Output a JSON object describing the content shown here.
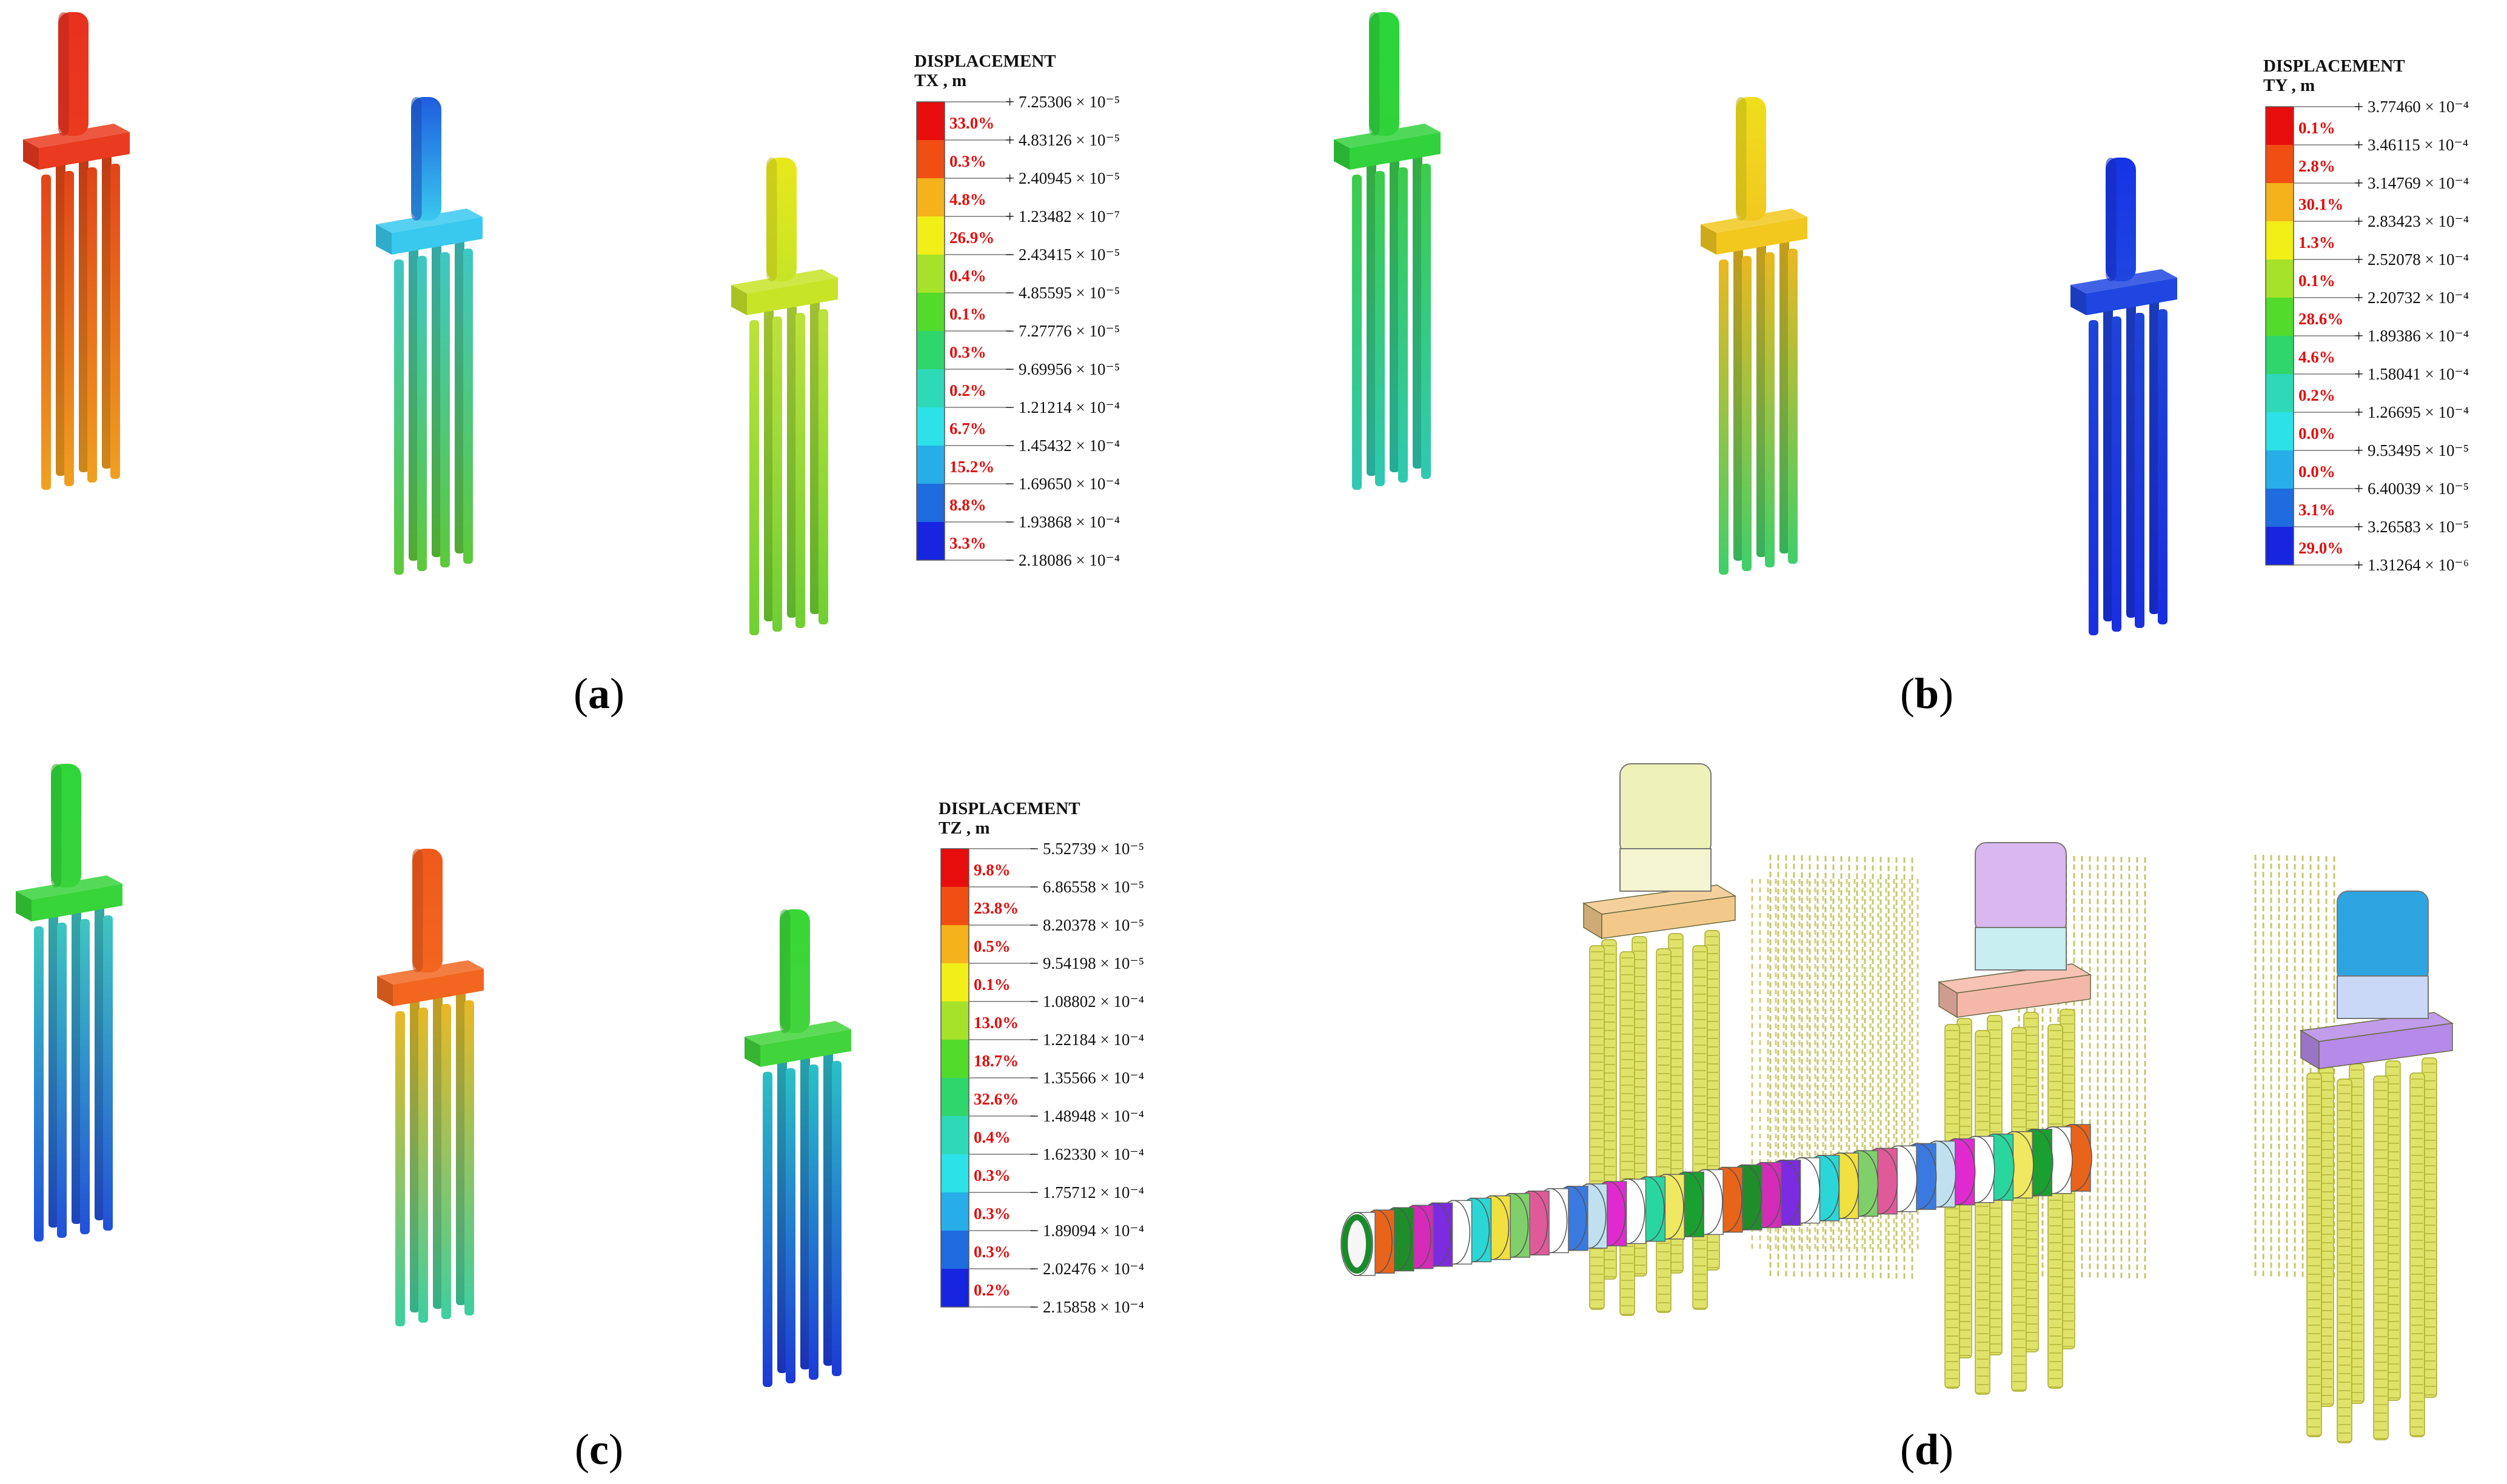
{
  "panels": [
    {
      "id": "a",
      "label": "a",
      "legend": {
        "title": "DISPLACEMENT",
        "subtitle": "TX , m",
        "ticks": [
          "+ 7.25306 × 10⁻⁵",
          "+ 4.83126 × 10⁻⁵",
          "+ 2.40945 × 10⁻⁵",
          "+ 1.23482 × 10⁻⁷",
          "− 2.43415 × 10⁻⁵",
          "− 4.85595 × 10⁻⁵",
          "− 7.27776 × 10⁻⁵",
          "− 9.69956 × 10⁻⁵",
          "− 1.21214 × 10⁻⁴",
          "− 1.45432 × 10⁻⁴",
          "− 1.69650 × 10⁻⁴",
          "− 1.93868 × 10⁻⁴",
          "− 2.18086 × 10⁻⁴"
        ],
        "percents": [
          "33.0%",
          "0.3%",
          "4.8%",
          "26.9%",
          "0.4%",
          "0.1%",
          "0.3%",
          "0.2%",
          "6.7%",
          "15.2%",
          "8.8%",
          "3.3%"
        ]
      },
      "piers": [
        {
          "top": "#e8311f",
          "cap": "#ea3a1f",
          "pile_top": "#e24418",
          "pile_bottom": "#f0a020"
        },
        {
          "top": "#1f5de0",
          "cap": "#39c9ee",
          "pile_top": "#3ec7c4",
          "pile_bottom": "#5ec93a"
        },
        {
          "top": "#e8e81a",
          "cap": "#c7e427",
          "pile_top": "#bde23a",
          "pile_bottom": "#6fcf33"
        }
      ]
    },
    {
      "id": "b",
      "label": "b",
      "legend": {
        "title": "DISPLACEMENT",
        "subtitle": "TY , m",
        "ticks": [
          "+ 3.77460 × 10⁻⁴",
          "+ 3.46115 × 10⁻⁴",
          "+ 3.14769 × 10⁻⁴",
          "+ 2.83423 × 10⁻⁴",
          "+ 2.52078 × 10⁻⁴",
          "+ 2.20732 × 10⁻⁴",
          "+ 1.89386 × 10⁻⁴",
          "+ 1.58041 × 10⁻⁴",
          "+ 1.26695 × 10⁻⁴",
          "+ 9.53495 × 10⁻⁵",
          "+ 6.40039 × 10⁻⁵",
          "+ 3.26583 × 10⁻⁵",
          "+ 1.31264 × 10⁻⁶"
        ],
        "percents": [
          "0.1%",
          "2.8%",
          "30.1%",
          "1.3%",
          "0.1%",
          "28.6%",
          "4.6%",
          "0.2%",
          "0.0%",
          "0.0%",
          "3.1%",
          "29.0%"
        ]
      },
      "piers": [
        {
          "top": "#2bd63a",
          "cap": "#31d23c",
          "pile_top": "#3ccc4a",
          "pile_bottom": "#2fc9b4"
        },
        {
          "top": "#eedf1c",
          "cap": "#f2c81f",
          "pile_top": "#eab820",
          "pile_bottom": "#3fcf6a"
        },
        {
          "top": "#1633e6",
          "cap": "#1f46e0",
          "pile_top": "#1f44d8",
          "pile_bottom": "#1a2fe0"
        }
      ]
    },
    {
      "id": "c",
      "label": "c",
      "legend": {
        "title": "DISPLACEMENT",
        "subtitle": "TZ , m",
        "ticks": [
          "− 5.52739 × 10⁻⁵",
          "− 6.86558 × 10⁻⁵",
          "− 8.20378 × 10⁻⁵",
          "− 9.54198 × 10⁻⁵",
          "− 1.08802 × 10⁻⁴",
          "− 1.22184 × 10⁻⁴",
          "− 1.35566 × 10⁻⁴",
          "− 1.48948 × 10⁻⁴",
          "− 1.62330 × 10⁻⁴",
          "− 1.75712 × 10⁻⁴",
          "− 1.89094 × 10⁻⁴",
          "− 2.02476 × 10⁻⁴",
          "− 2.15858 × 10⁻⁴"
        ],
        "percents": [
          "9.8%",
          "23.8%",
          "0.5%",
          "0.1%",
          "13.0%",
          "18.7%",
          "32.6%",
          "0.4%",
          "0.3%",
          "0.3%",
          "0.3%",
          "0.2%"
        ]
      },
      "piers": [
        {
          "top": "#2fd63a",
          "cap": "#37d43a",
          "pile_top": "#3ec6c0",
          "pile_bottom": "#2250d8"
        },
        {
          "top": "#ef5a1c",
          "cap": "#f2661f",
          "pile_top": "#e8b825",
          "pile_bottom": "#3ecfa0"
        },
        {
          "top": "#38d636",
          "cap": "#42d43c",
          "pile_top": "#2bc0c6",
          "pile_bottom": "#1d3ad6"
        }
      ]
    },
    {
      "id": "d",
      "label": "d"
    }
  ],
  "colors": {
    "colormap": [
      "#e80d0d",
      "#f04e12",
      "#f5b21a",
      "#f2ee18",
      "#a6e22a",
      "#52db2a",
      "#2fd66b",
      "#2ed9b8",
      "#2ce2e8",
      "#27aee8",
      "#1f6be0",
      "#1825e0"
    ],
    "pile_yellow": "#e0e36a",
    "pile_yellow_dark": "#a9ab2d",
    "tunnel_rings": [
      "#ffffff",
      "#e8641a",
      "#1f8d2a",
      "#d42bb8",
      "#7b2be0",
      "#ffffff",
      "#2ad6d6",
      "#f0e040",
      "#7fd06a",
      "#e05a9a",
      "#ffffff",
      "#3a7ae0",
      "#c0e0f0",
      "#e02ad0",
      "#ffffff",
      "#2ad6a0",
      "#f0e860",
      "#1aa030"
    ]
  }
}
